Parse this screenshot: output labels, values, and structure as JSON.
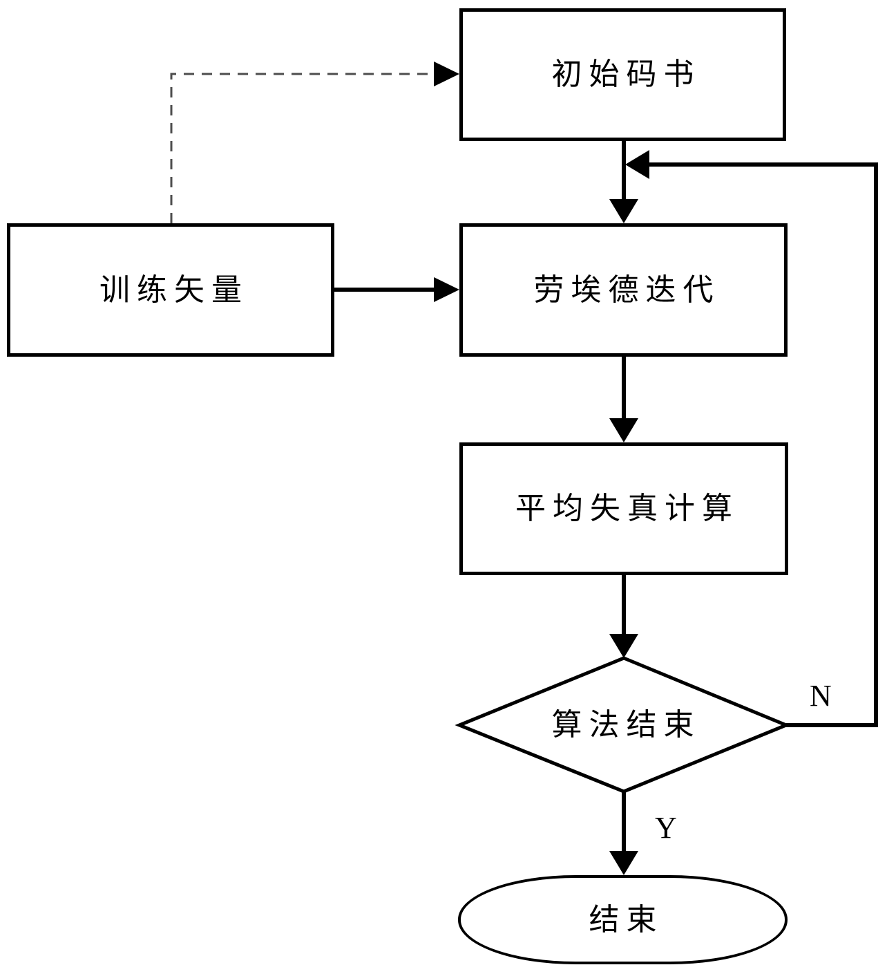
{
  "diagram": {
    "title": "vector-quantization-training-flowchart",
    "nodes": {
      "initial_codebook": {
        "label": "初始码书",
        "shape": "rect"
      },
      "training_vectors": {
        "label": "训练矢量",
        "shape": "rect"
      },
      "lloyd_iteration": {
        "label": "劳埃德迭代",
        "shape": "rect"
      },
      "avg_distortion": {
        "label": "平均失真计算",
        "shape": "rect"
      },
      "decision": {
        "label": "算法结束",
        "shape": "diamond"
      },
      "end": {
        "label": "结束",
        "shape": "terminator"
      }
    },
    "branch_labels": {
      "no": "N",
      "yes": "Y"
    },
    "colors": {
      "line": "#000000",
      "dashed_line": "#4d4d4d",
      "background": "#ffffff"
    }
  }
}
